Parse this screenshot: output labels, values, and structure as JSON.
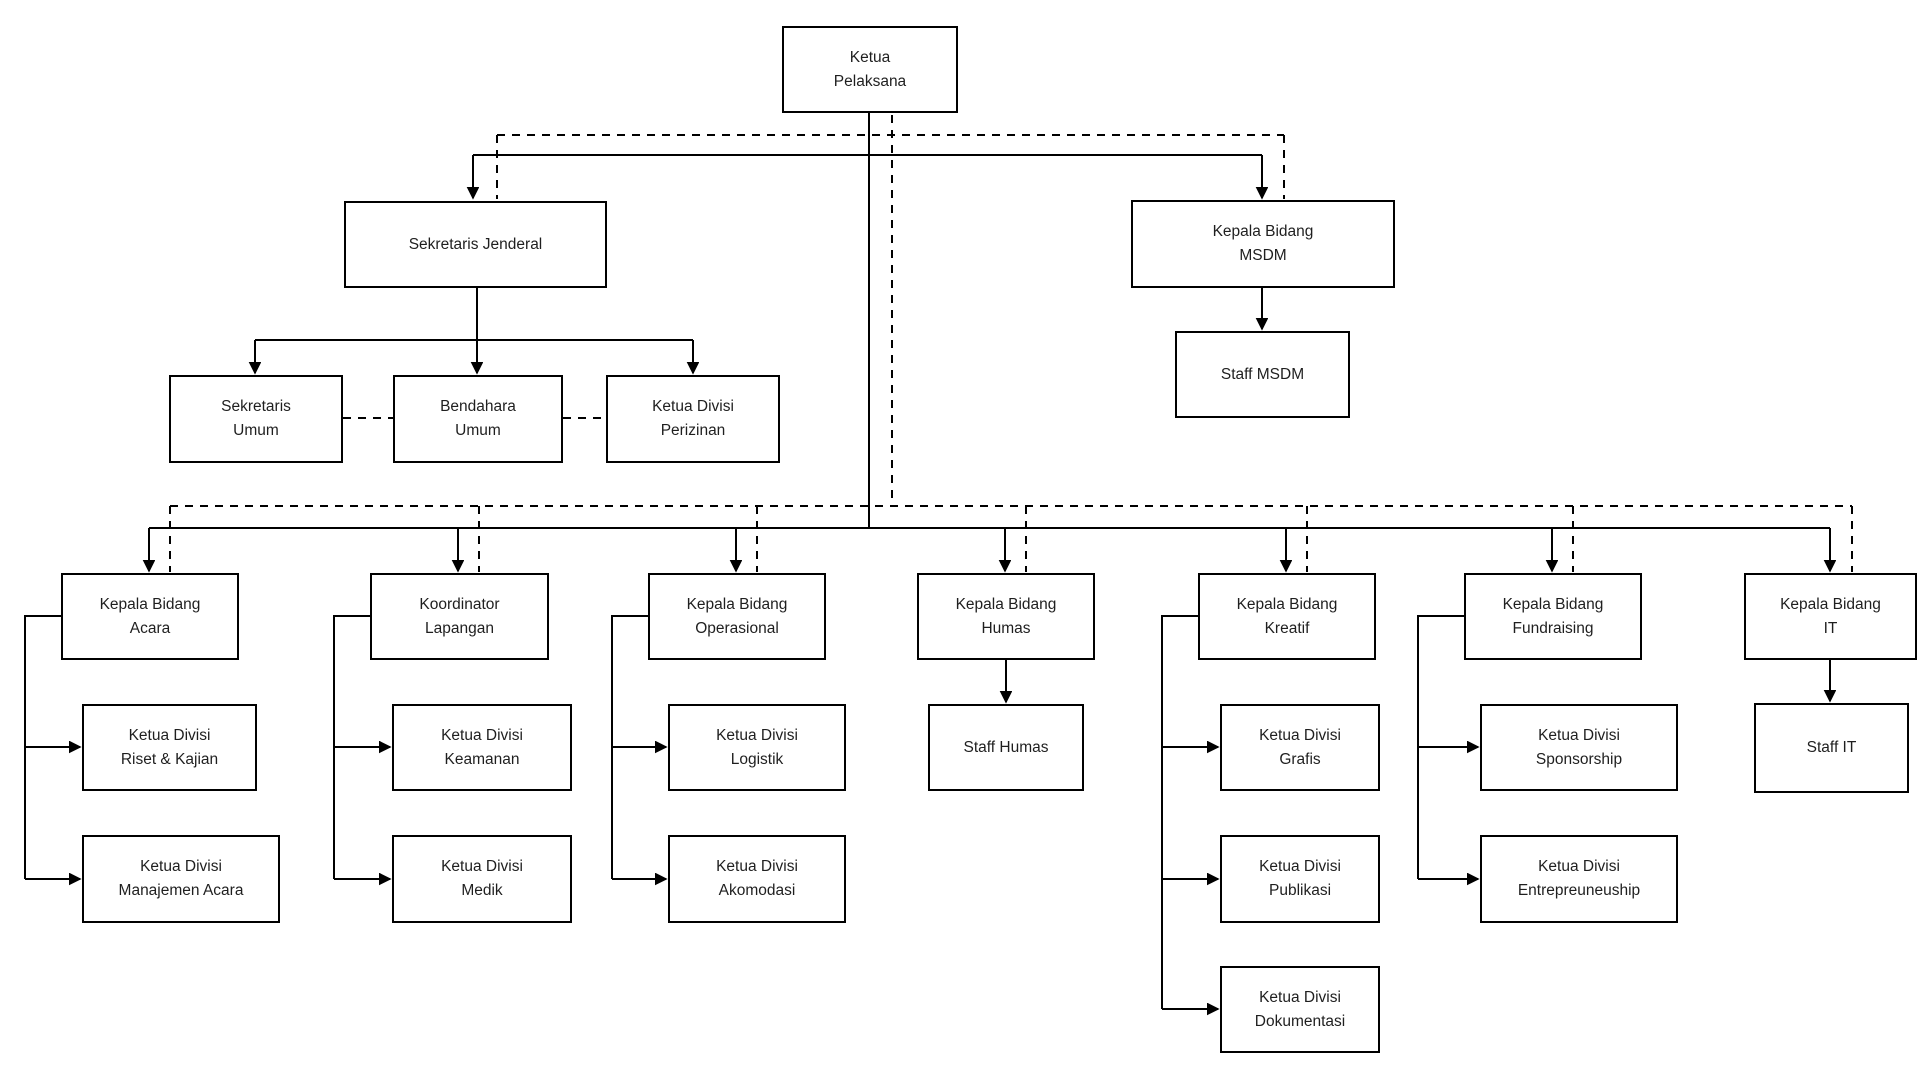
{
  "diagram": {
    "type": "org-chart",
    "colors": {
      "background": "#ffffff",
      "box_fill": "#ffffff",
      "box_border": "#000000",
      "line": "#000000",
      "text": "#1f1f1f"
    },
    "nodes": [
      {
        "id": "ketua-pelaksana",
        "label": "Ketua\nPelaksana"
      },
      {
        "id": "sekretaris-jenderal",
        "label": "Sekretaris Jenderal"
      },
      {
        "id": "kepala-bidang-msdm",
        "label": "Kepala Bidang\nMSDM"
      },
      {
        "id": "staff-msdm",
        "label": "Staff MSDM"
      },
      {
        "id": "sekretaris-umum",
        "label": "Sekretaris\nUmum"
      },
      {
        "id": "bendahara-umum",
        "label": "Bendahara\nUmum"
      },
      {
        "id": "ketua-divisi-perizinan",
        "label": "Ketua Divisi\nPerizinan"
      },
      {
        "id": "kepala-bidang-acara",
        "label": "Kepala Bidang\nAcara"
      },
      {
        "id": "koordinator-lapangan",
        "label": "Koordinator\nLapangan"
      },
      {
        "id": "kepala-bidang-operasional",
        "label": "Kepala Bidang\nOperasional"
      },
      {
        "id": "kepala-bidang-humas",
        "label": "Kepala Bidang\nHumas"
      },
      {
        "id": "kepala-bidang-kreatif",
        "label": "Kepala Bidang\nKreatif"
      },
      {
        "id": "kepala-bidang-fundraising",
        "label": "Kepala Bidang\nFundraising"
      },
      {
        "id": "kepala-bidang-it",
        "label": "Kepala Bidang\nIT"
      },
      {
        "id": "ketua-divisi-riset-kajian",
        "label": "Ketua Divisi\nRiset & Kajian"
      },
      {
        "id": "ketua-divisi-manajemen-acara",
        "label": "Ketua Divisi\nManajemen Acara"
      },
      {
        "id": "ketua-divisi-keamanan",
        "label": "Ketua Divisi\nKeamanan"
      },
      {
        "id": "ketua-divisi-medik",
        "label": "Ketua Divisi\nMedik"
      },
      {
        "id": "ketua-divisi-logistik",
        "label": "Ketua Divisi\nLogistik"
      },
      {
        "id": "ketua-divisi-akomodasi",
        "label": "Ketua Divisi\nAkomodasi"
      },
      {
        "id": "staff-humas",
        "label": "Staff Humas"
      },
      {
        "id": "ketua-divisi-grafis",
        "label": "Ketua Divisi\nGrafis"
      },
      {
        "id": "ketua-divisi-publikasi",
        "label": "Ketua Divisi\nPublikasi"
      },
      {
        "id": "ketua-divisi-dokumentasi",
        "label": "Ketua Divisi\nDokumentasi"
      },
      {
        "id": "ketua-divisi-sponsorship",
        "label": "Ketua Divisi\nSponsorship"
      },
      {
        "id": "ketua-divisi-entrepreuneuship",
        "label": "Ketua Divisi\nEntrepreuneuship"
      },
      {
        "id": "staff-it",
        "label": "Staff IT"
      }
    ],
    "edges": [
      {
        "from": "ketua-pelaksana",
        "to": "sekretaris-jenderal",
        "style": "solid"
      },
      {
        "from": "ketua-pelaksana",
        "to": "kepala-bidang-msdm",
        "style": "solid"
      },
      {
        "from": "ketua-pelaksana",
        "to": "sekretaris-jenderal",
        "style": "dashed"
      },
      {
        "from": "ketua-pelaksana",
        "to": "kepala-bidang-msdm",
        "style": "dashed"
      },
      {
        "from": "kepala-bidang-msdm",
        "to": "staff-msdm",
        "style": "solid"
      },
      {
        "from": "sekretaris-jenderal",
        "to": "sekretaris-umum",
        "style": "solid"
      },
      {
        "from": "sekretaris-jenderal",
        "to": "bendahara-umum",
        "style": "solid"
      },
      {
        "from": "sekretaris-jenderal",
        "to": "ketua-divisi-perizinan",
        "style": "solid"
      },
      {
        "from": "sekretaris-umum",
        "to": "bendahara-umum",
        "style": "dashed"
      },
      {
        "from": "bendahara-umum",
        "to": "ketua-divisi-perizinan",
        "style": "dashed"
      },
      {
        "from": "ketua-pelaksana",
        "to": "kepala-bidang-acara",
        "style": "solid"
      },
      {
        "from": "ketua-pelaksana",
        "to": "koordinator-lapangan",
        "style": "solid"
      },
      {
        "from": "ketua-pelaksana",
        "to": "kepala-bidang-operasional",
        "style": "solid"
      },
      {
        "from": "ketua-pelaksana",
        "to": "kepala-bidang-humas",
        "style": "solid"
      },
      {
        "from": "ketua-pelaksana",
        "to": "kepala-bidang-kreatif",
        "style": "solid"
      },
      {
        "from": "ketua-pelaksana",
        "to": "kepala-bidang-fundraising",
        "style": "solid"
      },
      {
        "from": "ketua-pelaksana",
        "to": "kepala-bidang-it",
        "style": "solid"
      },
      {
        "from": "ketua-pelaksana",
        "to": "kepala-bidang-acara",
        "style": "dashed"
      },
      {
        "from": "ketua-pelaksana",
        "to": "koordinator-lapangan",
        "style": "dashed"
      },
      {
        "from": "ketua-pelaksana",
        "to": "kepala-bidang-operasional",
        "style": "dashed"
      },
      {
        "from": "ketua-pelaksana",
        "to": "kepala-bidang-humas",
        "style": "dashed"
      },
      {
        "from": "ketua-pelaksana",
        "to": "kepala-bidang-kreatif",
        "style": "dashed"
      },
      {
        "from": "ketua-pelaksana",
        "to": "kepala-bidang-fundraising",
        "style": "dashed"
      },
      {
        "from": "ketua-pelaksana",
        "to": "kepala-bidang-it",
        "style": "dashed"
      },
      {
        "from": "kepala-bidang-acara",
        "to": "ketua-divisi-riset-kajian",
        "style": "solid"
      },
      {
        "from": "kepala-bidang-acara",
        "to": "ketua-divisi-manajemen-acara",
        "style": "solid"
      },
      {
        "from": "koordinator-lapangan",
        "to": "ketua-divisi-keamanan",
        "style": "solid"
      },
      {
        "from": "koordinator-lapangan",
        "to": "ketua-divisi-medik",
        "style": "solid"
      },
      {
        "from": "kepala-bidang-operasional",
        "to": "ketua-divisi-logistik",
        "style": "solid"
      },
      {
        "from": "kepala-bidang-operasional",
        "to": "ketua-divisi-akomodasi",
        "style": "solid"
      },
      {
        "from": "kepala-bidang-humas",
        "to": "staff-humas",
        "style": "solid"
      },
      {
        "from": "kepala-bidang-kreatif",
        "to": "ketua-divisi-grafis",
        "style": "solid"
      },
      {
        "from": "kepala-bidang-kreatif",
        "to": "ketua-divisi-publikasi",
        "style": "solid"
      },
      {
        "from": "kepala-bidang-kreatif",
        "to": "ketua-divisi-dokumentasi",
        "style": "solid"
      },
      {
        "from": "kepala-bidang-fundraising",
        "to": "ketua-divisi-sponsorship",
        "style": "solid"
      },
      {
        "from": "kepala-bidang-fundraising",
        "to": "ketua-divisi-entrepreuneuship",
        "style": "solid"
      },
      {
        "from": "kepala-bidang-it",
        "to": "staff-it",
        "style": "solid"
      }
    ]
  }
}
